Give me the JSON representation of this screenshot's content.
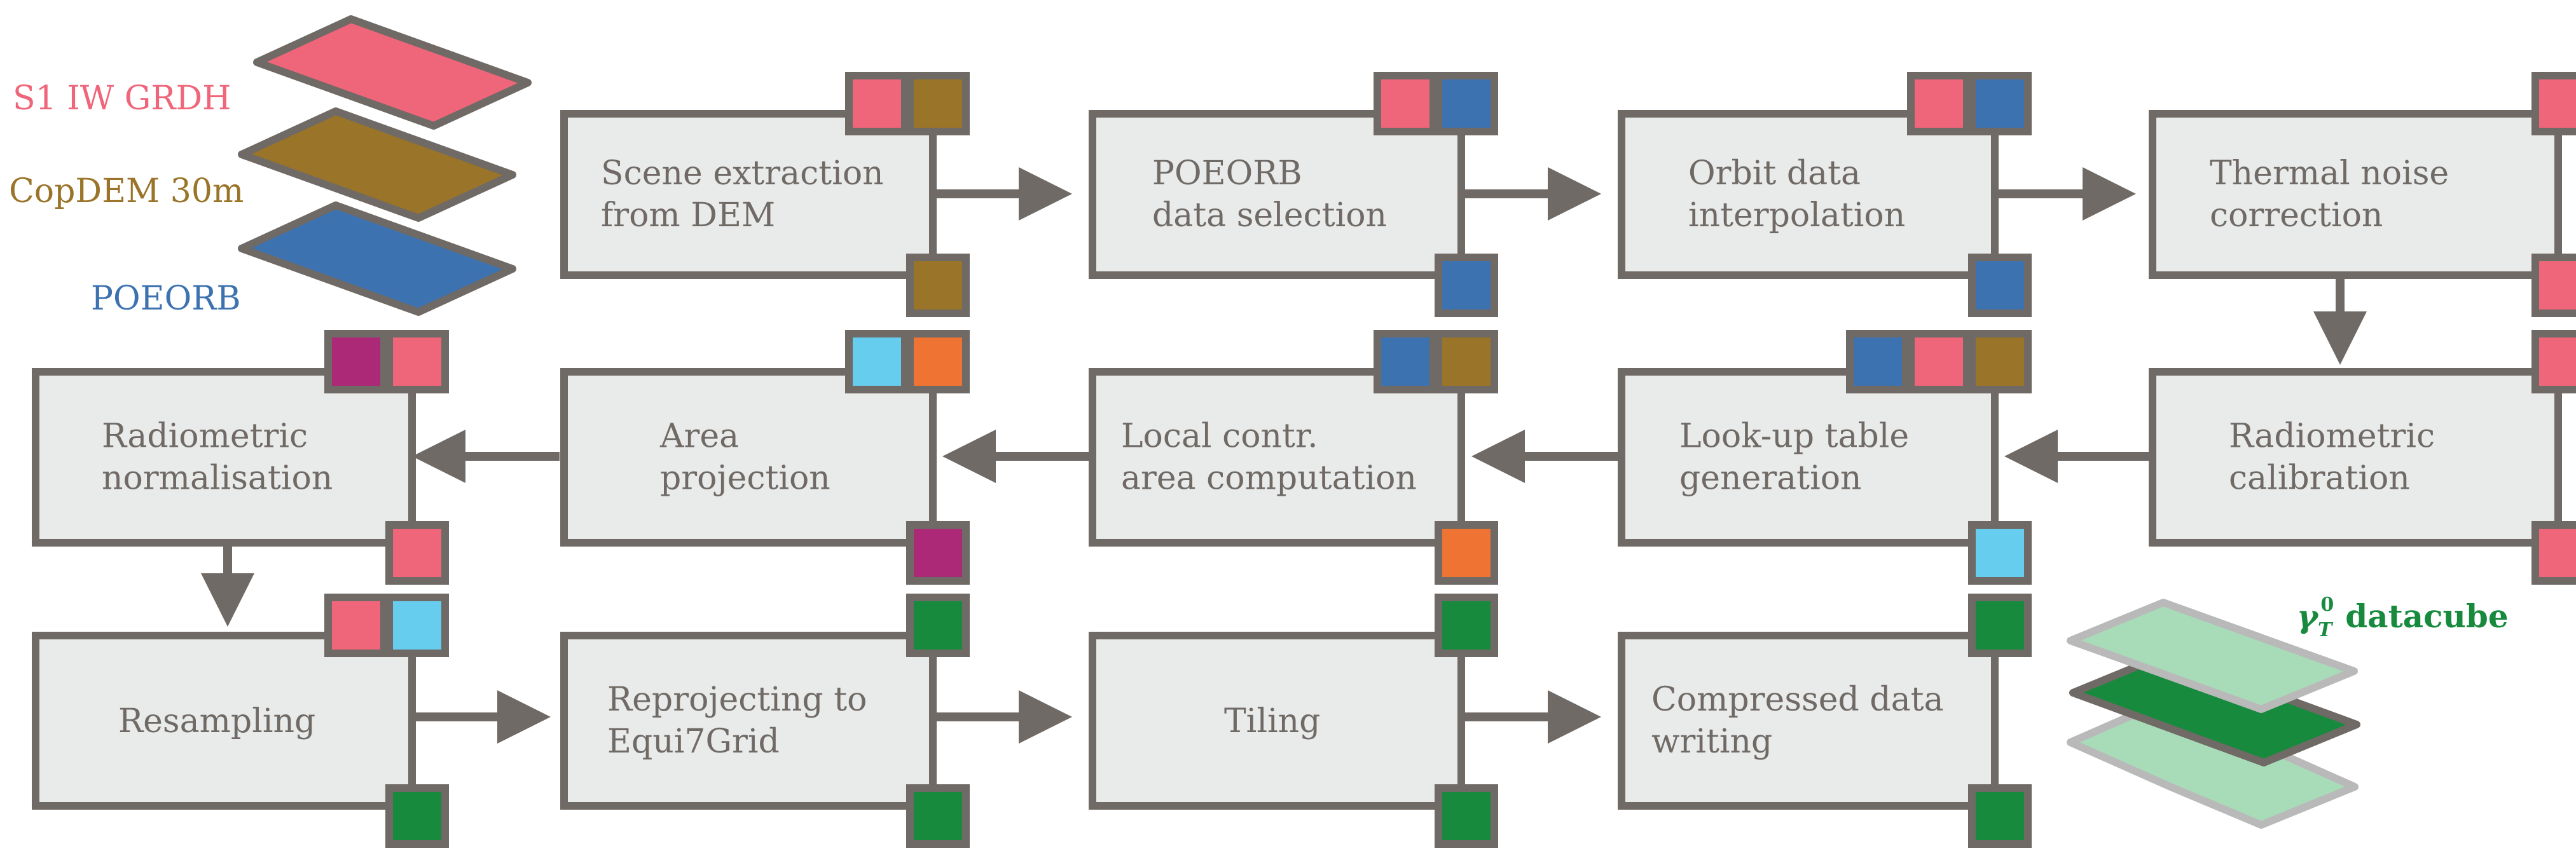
{
  "legend": [
    {
      "label": "S1 IW GRDH",
      "color": "#ef6579"
    },
    {
      "label": "CopDEM 30m",
      "color": "#9a7428"
    },
    {
      "label": "POEORB",
      "color": "#3d72b0"
    }
  ],
  "colors": {
    "s1": "#ef6579",
    "dem": "#9a7428",
    "orbit": "#3d72b0",
    "lut": "#66cdee",
    "lca": "#ef7433",
    "area": "#ac2978",
    "cube": "#178a3e",
    "cube_light": "#a8dbb8",
    "box_fill": "#e9eaea",
    "box_stroke": "#6f6a65"
  },
  "steps": [
    {
      "id": "scene-extraction",
      "lines": [
        "Scene extraction",
        "from DEM"
      ]
    },
    {
      "id": "poeorb-selection",
      "lines": [
        "POEORB",
        "data selection"
      ]
    },
    {
      "id": "orbit-interpolation",
      "lines": [
        "Orbit data",
        "interpolation"
      ]
    },
    {
      "id": "thermal-noise",
      "lines": [
        "Thermal noise",
        "correction"
      ]
    },
    {
      "id": "radiometric-calibration",
      "lines": [
        "Radiometric",
        "calibration"
      ]
    },
    {
      "id": "lut-generation",
      "lines": [
        "Look-up table",
        "generation"
      ]
    },
    {
      "id": "lca-computation",
      "lines": [
        "Local contr.",
        "area computation"
      ]
    },
    {
      "id": "area-projection",
      "lines": [
        "Area",
        "projection"
      ]
    },
    {
      "id": "radiometric-normalisation",
      "lines": [
        "Radiometric",
        "normalisation"
      ]
    },
    {
      "id": "resampling",
      "lines": [
        "Resampling"
      ]
    },
    {
      "id": "reprojection",
      "lines": [
        "Reprojecting to",
        "Equi7Grid"
      ]
    },
    {
      "id": "tiling",
      "lines": [
        "Tiling"
      ]
    },
    {
      "id": "compression",
      "lines": [
        "Compressed data",
        "writing"
      ]
    }
  ],
  "datacube": {
    "symbol": "γ",
    "subscript": "T",
    "superscript": "0",
    "label": "datacube"
  }
}
